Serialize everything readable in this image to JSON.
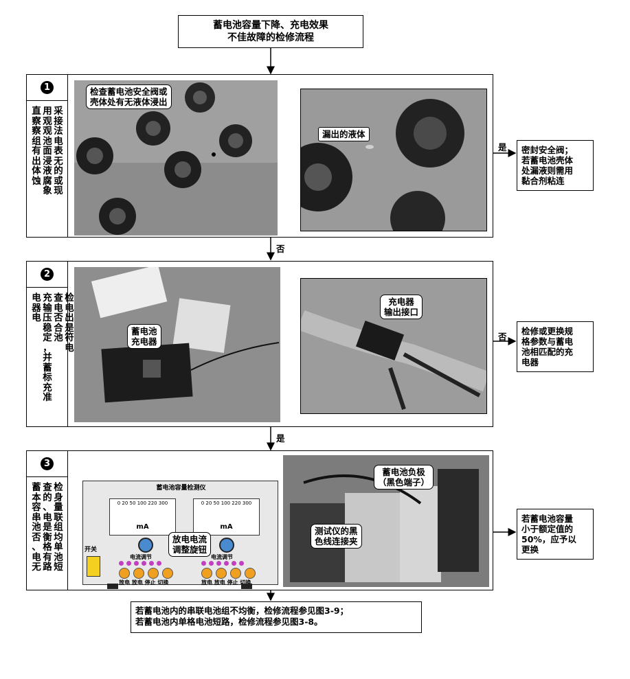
{
  "title": {
    "line1": "蓄电池容量下降、充电效果",
    "line2": "不佳故障的检修流程"
  },
  "steps": [
    {
      "number": "1",
      "columns": [
        "采接法电表无的或现",
        "用观观池面浸液腐象",
        "直察察组有出体蚀"
      ],
      "callouts": [
        "检查蓄电池安全阀或",
        "壳体处有无液体浸出"
      ],
      "inset_label": "漏出的液体",
      "branch_label": "是",
      "result": [
        "密封安全阀；",
        "若蓄电池壳体",
        "处漏液则需用",
        "黏合剂粘连"
      ]
    },
    {
      "number": "2",
      "columns": [
        "检电出是符电",
        "查电否合池",
        "充输压稳定，并蓄标充准",
        "电器电"
      ],
      "callout_main": [
        "蓄电池",
        "充电器"
      ],
      "callout_inset": [
        "充电器",
        "输出接口"
      ],
      "branch_label": "否",
      "result": [
        "检修或更换规",
        "格参数与蓄电",
        "池相匹配的充",
        "电器"
      ]
    },
    {
      "number": "3",
      "columns": [
        "检身量联组均单池短",
        "查的、电是衡格有路",
        "蓄本容串池否、电无"
      ],
      "device": {
        "title": "蓄电池容量检测仪",
        "switch_label": "开关",
        "meter_unit": "mA",
        "scale": "0 20 50 100 220 300",
        "current_adjust": "电流调节",
        "buttons": "放电 放电 停止 切换"
      },
      "callout_knob": [
        "放电电流",
        "调整旋钮"
      ],
      "callout_neg": [
        "蓄电池负极",
        "（黑色端子）"
      ],
      "callout_clip": [
        "测试仪的黑",
        "色线连接夹"
      ],
      "result": [
        "若蓄电池容量",
        "小于额定值的",
        "50%，应予以",
        "更换"
      ]
    }
  ],
  "flow_labels": {
    "no_after_1": "否",
    "yes_after_2": "是"
  },
  "final": {
    "line1": "若蓄电池内的串联电池组不均衡，检修流程参见图3-9；",
    "line2": "若蓄电池内单格电池短路，检修流程参见图3-8。"
  }
}
